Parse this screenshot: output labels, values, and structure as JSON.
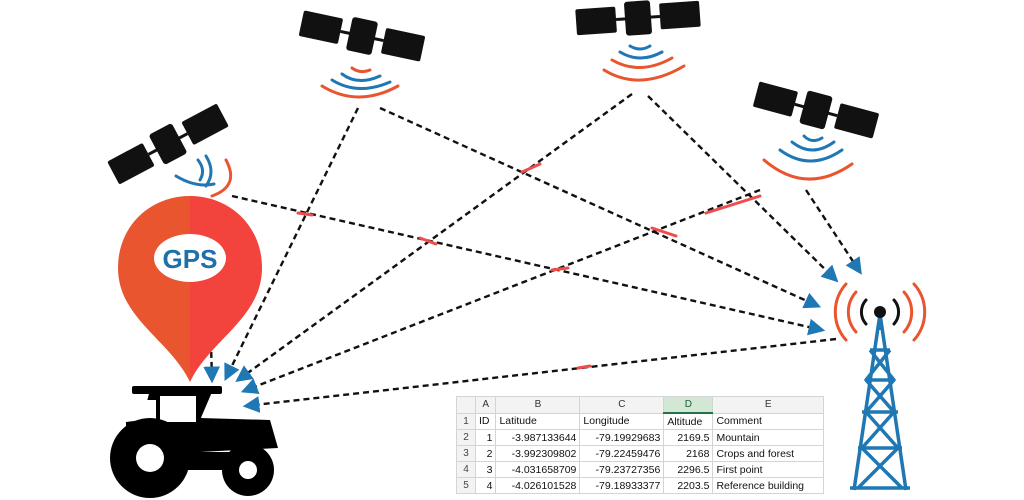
{
  "gps_label": "GPS",
  "colors": {
    "satellite": "#111111",
    "signal_red": "#e8552f",
    "signal_blue": "#1f77b4",
    "pin_left": "#e8552f",
    "pin_right": "#f2433c",
    "tower": "#1f77b4",
    "tractor": "#000000",
    "excel_green": "#217346"
  },
  "icons": [
    "satellite-icon",
    "gps-pin-icon",
    "tractor-icon",
    "radio-tower-icon",
    "signal-waves-icon"
  ],
  "spreadsheet": {
    "column_letters": [
      "A",
      "B",
      "C",
      "D",
      "E"
    ],
    "selected_column": "D",
    "row_numbers": [
      "1",
      "2",
      "3",
      "4",
      "5"
    ],
    "header": [
      "ID",
      "Latitude",
      "Longitude",
      "Altitude",
      "Comment"
    ],
    "rows": [
      [
        "1",
        "-3.987133644",
        "-79.19929683",
        "2169.5",
        "Mountain"
      ],
      [
        "2",
        "-3.992309802",
        "-79.22459476",
        "2168",
        "Crops and forest"
      ],
      [
        "3",
        "-4.031658709",
        "-79.23727356",
        "2296.5",
        "First point"
      ],
      [
        "4",
        "-4.026101528",
        "-79.18933377",
        "2203.5",
        "Reference building"
      ]
    ]
  }
}
